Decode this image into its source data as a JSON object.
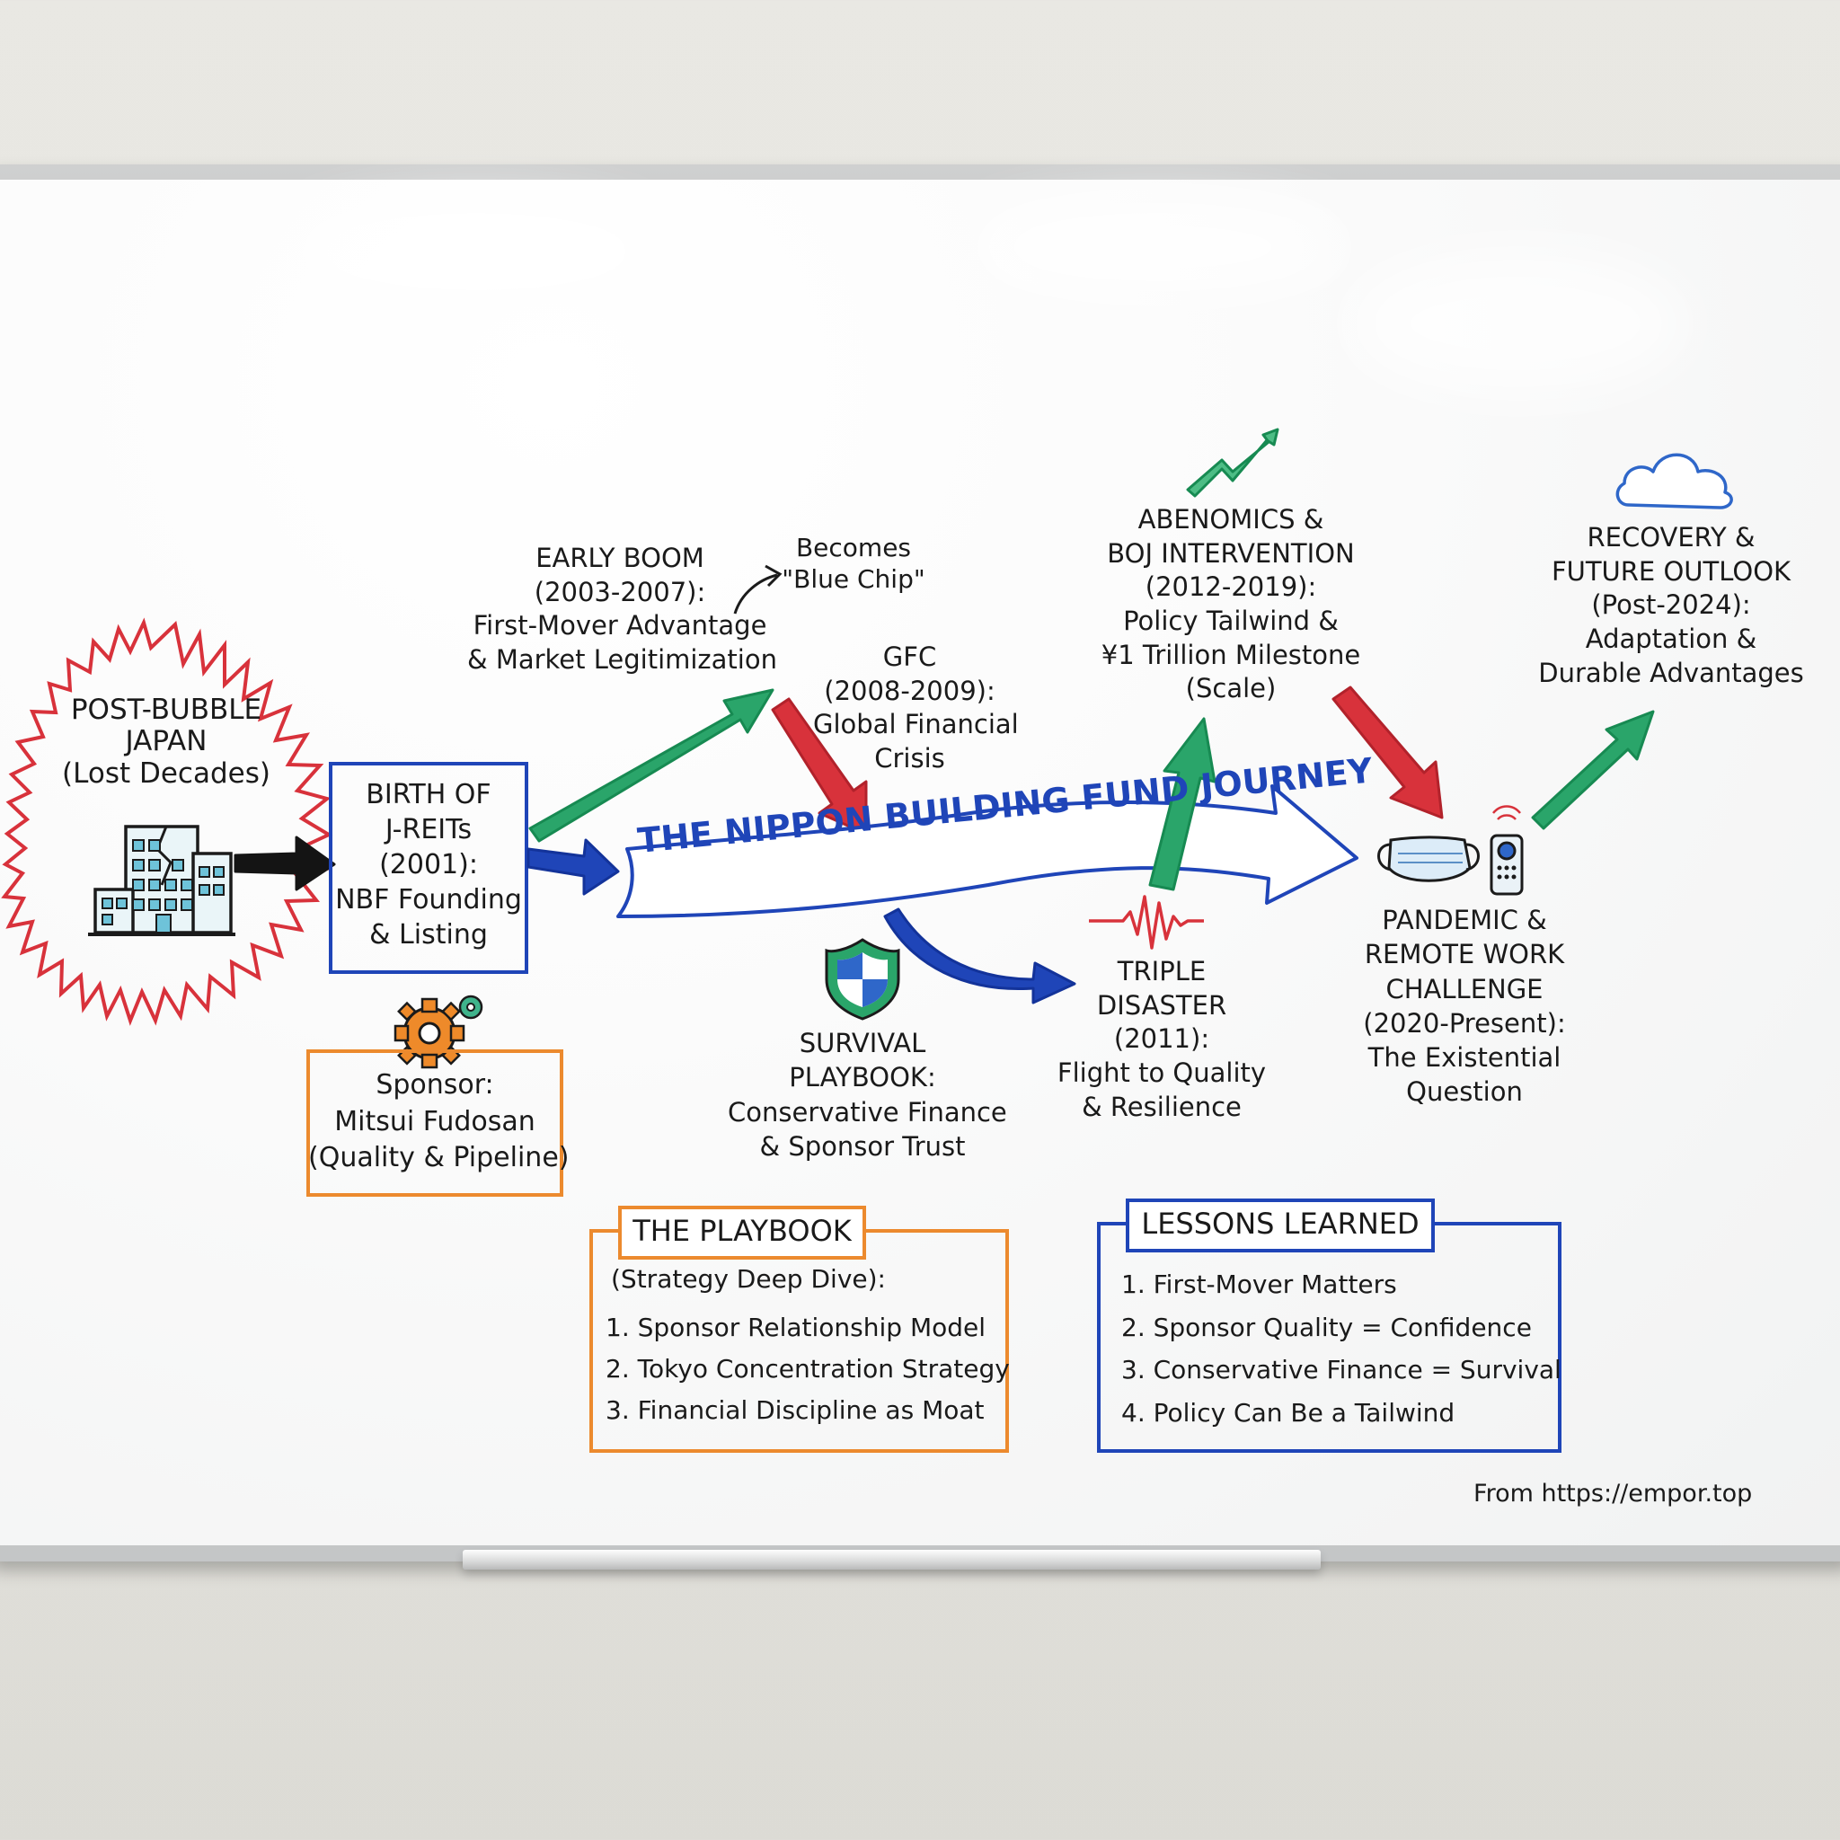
{
  "nodes": {
    "post_bubble": {
      "lines": [
        "POST-BUBBLE",
        "JAPAN",
        "(Lost Decades)"
      ]
    },
    "birth": {
      "lines": [
        "BIRTH OF",
        "J-REITs",
        "(2001):",
        "NBF Founding",
        "& Listing"
      ]
    },
    "sponsor": {
      "lines": [
        "Sponsor:",
        "Mitsui Fudosan",
        "(Quality & Pipeline)"
      ]
    },
    "early_boom": {
      "lines": [
        "EARLY BOOM",
        "(2003-2007):",
        "First-Mover Advantage",
        "& Market Legitimization"
      ]
    },
    "blue_chip": {
      "lines": [
        "Becomes",
        "\"Blue Chip\""
      ]
    },
    "gfc": {
      "lines": [
        "GFC",
        "(2008-2009):",
        "Global Financial",
        "Crisis"
      ]
    },
    "survival": {
      "lines": [
        "SURVIVAL",
        "PLAYBOOK:",
        "Conservative Finance",
        "& Sponsor Trust"
      ]
    },
    "triple": {
      "lines": [
        "TRIPLE",
        "DISASTER",
        "(2011):",
        "Flight to Quality",
        "& Resilience"
      ]
    },
    "abenomics": {
      "lines": [
        "ABENOMICS &",
        "BOJ INTERVENTION",
        "(2012-2019):",
        "Policy Tailwind &",
        "¥1 Trillion Milestone",
        "(Scale)"
      ]
    },
    "pandemic": {
      "lines": [
        "PANDEMIC &",
        "REMOTE WORK",
        "CHALLENGE",
        "(2020-Present):",
        "The Existential",
        "Question"
      ]
    },
    "recovery": {
      "lines": [
        "RECOVERY &",
        "FUTURE OUTLOOK",
        "(Post-2024):",
        "Adaptation &",
        "Durable Advantages"
      ]
    }
  },
  "banner": {
    "title": "THE NIPPON BUILDING FUND JOURNEY"
  },
  "playbook": {
    "title": "THE PLAYBOOK",
    "subtitle": "(Strategy Deep Dive):",
    "items": [
      "1. Sponsor Relationship Model",
      "2. Tokyo Concentration Strategy",
      "3. Financial Discipline as Moat"
    ]
  },
  "lessons": {
    "title": "LESSONS LEARNED",
    "items": [
      "1. First-Mover Matters",
      "2. Sponsor Quality = Confidence",
      "3. Conservative Finance = Survival",
      "4. Policy Can Be a Tailwind"
    ]
  },
  "footer": {
    "source": "From https://empor.top"
  },
  "colors": {
    "red": "#d8323b",
    "green": "#2aa56a",
    "blue": "#1f45b8",
    "orange": "#ec8a2e",
    "black": "#141414",
    "teal": "#2f9aa6"
  },
  "icons": [
    "burst-icon",
    "buildings-icon",
    "gear-icon",
    "shield-icon",
    "seismograph-icon",
    "trend-up-icon",
    "cloud-icon",
    "face-mask-icon",
    "remote-control-icon"
  ]
}
